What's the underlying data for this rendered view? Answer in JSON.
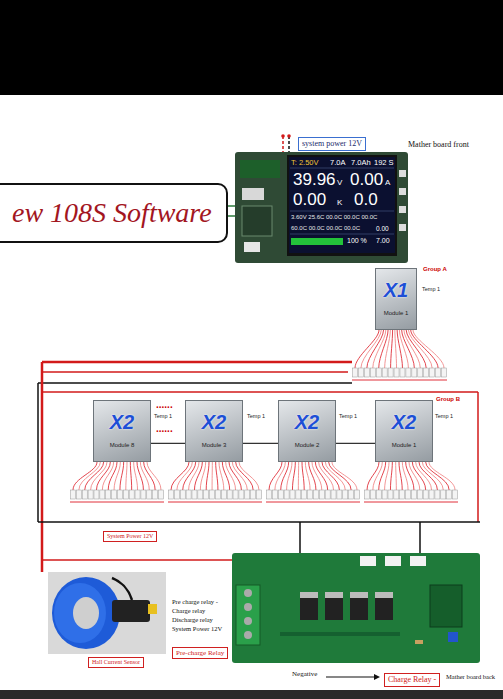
{
  "diagram": {
    "nodes": [
      {
        "text": [
          "ew 108S Software"
        ]
      },
      {
        "text": [
          "system power 12V"
        ]
      },
      {
        "text": [
          "X1",
          "Module 1"
        ]
      },
      {
        "text": [
          "X2",
          "Module 8"
        ]
      },
      {
        "text": [
          "X2",
          "Module 3"
        ]
      },
      {
        "text": [
          "X2",
          "Module 2"
        ]
      },
      {
        "text": [
          "X2",
          "Module 1"
        ]
      },
      {
        "text": [
          "System Power 12V"
        ]
      },
      {
        "text": [
          "Hall Current Sensor"
        ]
      },
      {
        "text": [
          "Pre-charge Relay"
        ]
      },
      {
        "text": [
          "Charge Relay -"
        ]
      }
    ],
    "edges": [
      {
        "from": 3,
        "to": 4,
        "arrow": "none"
      },
      {
        "from": 4,
        "to": 5,
        "arrow": "none"
      },
      {
        "from": 5,
        "to": 6,
        "arrow": "none"
      }
    ],
    "labels": [
      "Mather board front",
      "Group A",
      "Temp 1",
      "Group B",
      "......",
      "......",
      "Temp 1",
      "Temp 1",
      "Temp 1",
      "Temp 1",
      "T: 2.50V",
      "7.0A",
      "7.0Ah",
      "192 S",
      "39.96",
      "V",
      "0.00",
      "A",
      "0.00",
      "K",
      "0.0",
      "3.60V 25.6C 00.0C 00.0C 00.0C",
      "60.0C 00.0C 00.0C 00.0C",
      "0.00",
      "100 %",
      "7.00",
      "Pre charge relay -",
      "Charge relay",
      "Discharge relay",
      "System Power 12V",
      "Negative",
      "Mather board back"
    ]
  }
}
